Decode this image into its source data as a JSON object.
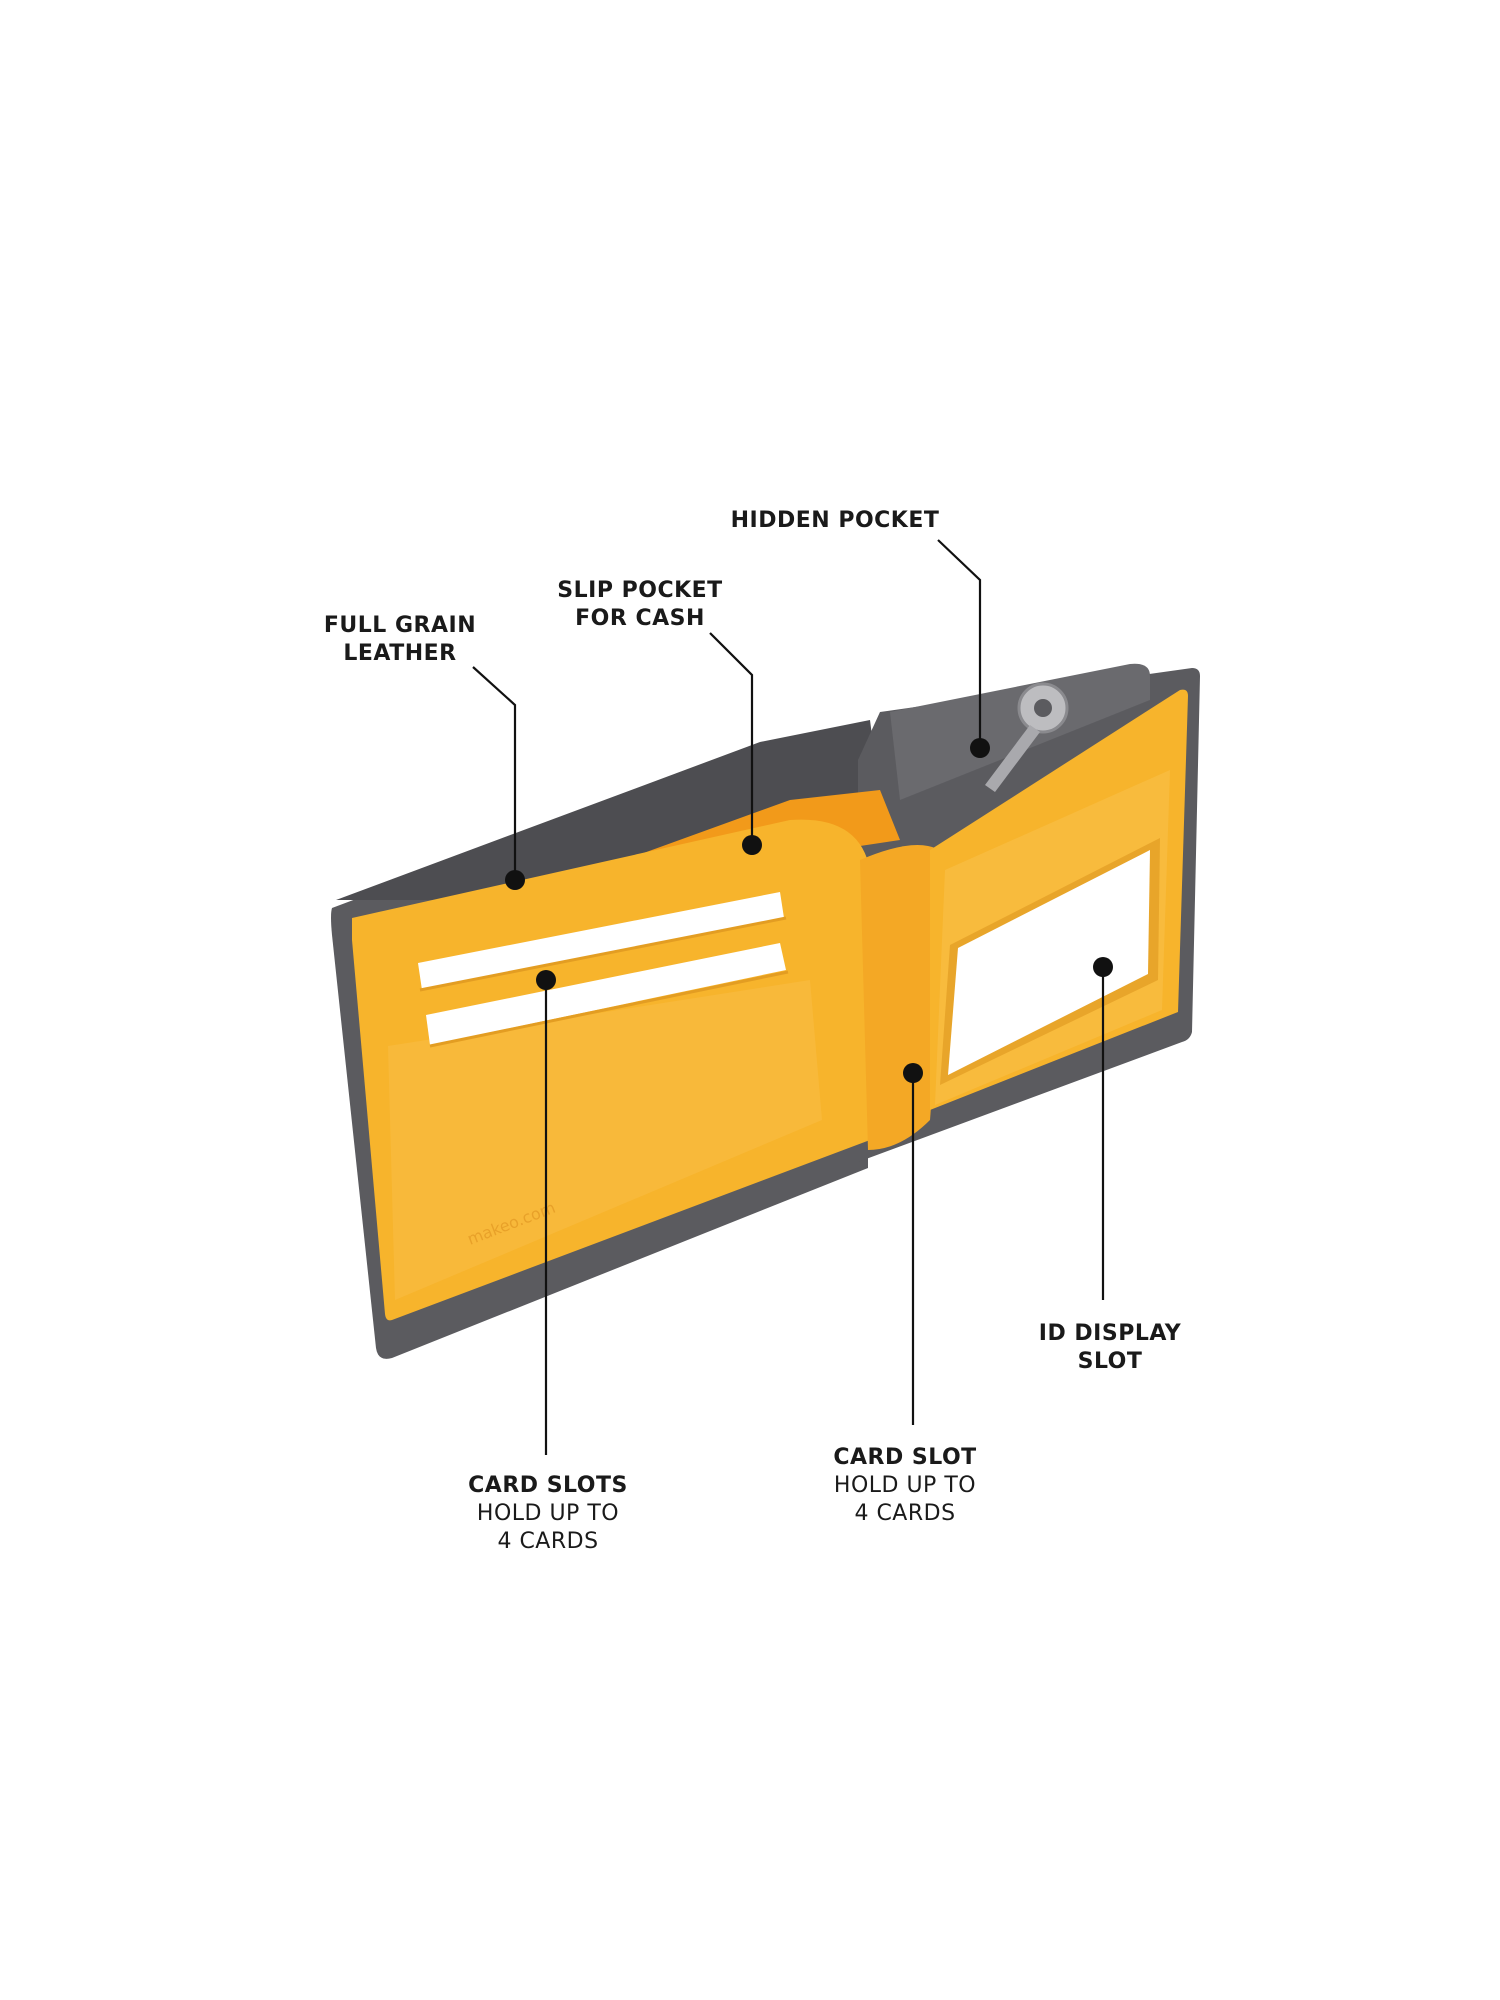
{
  "colors": {
    "leather": "#5a5a5e",
    "leather_dark": "#3f3f43",
    "lining": "#f6b22d",
    "lining_inner": "#f39a1c",
    "card_white": "#ffffff",
    "leader": "#111111"
  },
  "watermark": "makeo.com",
  "callouts": [
    {
      "id": "full-grain-leather",
      "title": "FULL GRAIN\nLEATHER",
      "desc": ""
    },
    {
      "id": "slip-pocket",
      "title": "SLIP POCKET\nFOR CASH",
      "desc": ""
    },
    {
      "id": "hidden-pocket",
      "title": "HIDDEN POCKET",
      "desc": ""
    },
    {
      "id": "card-slots",
      "title": "CARD SLOTS",
      "desc": "HOLD UP TO\n4 CARDS"
    },
    {
      "id": "card-slot",
      "title": "CARD SLOT",
      "desc": "HOLD UP TO\n4 CARDS"
    },
    {
      "id": "id-display-slot",
      "title": "ID DISPLAY\nSLOT",
      "desc": ""
    }
  ]
}
